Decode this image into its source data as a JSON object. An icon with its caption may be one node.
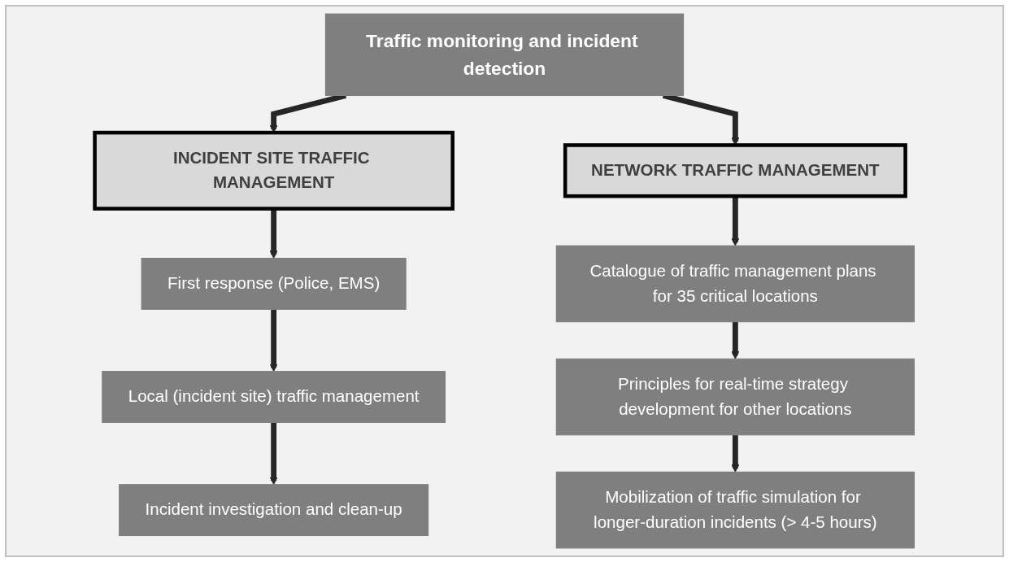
{
  "diagram": {
    "nodes": [
      {
        "text": [
          "Traffic monitoring and incident detection"
        ]
      },
      {
        "text": [
          "INCIDENT SITE TRAFFIC MANAGEMENT"
        ]
      },
      {
        "text": [
          "NETWORK TRAFFIC MANAGEMENT"
        ]
      },
      {
        "text": [
          "First response (Police, EMS)"
        ]
      },
      {
        "text": [
          "Local (incident site) traffic management"
        ]
      },
      {
        "text": [
          "Incident investigation and clean-up"
        ]
      },
      {
        "text": [
          "Catalogue of traffic management plans for 35 critical locations"
        ]
      },
      {
        "text": [
          "Principles for real-time strategy development for other locations"
        ]
      },
      {
        "text": [
          "Mobilization of traffic simulation for longer-duration incidents (> 4-5 hours)"
        ]
      }
    ],
    "edges": [
      {
        "from": 0,
        "to": 1,
        "arrow": "to"
      },
      {
        "from": 0,
        "to": 2,
        "arrow": "to"
      },
      {
        "from": 1,
        "to": 3,
        "arrow": "to"
      },
      {
        "from": 3,
        "to": 4,
        "arrow": "to"
      },
      {
        "from": 4,
        "to": 5,
        "arrow": "to"
      },
      {
        "from": 2,
        "to": 6,
        "arrow": "to"
      },
      {
        "from": 6,
        "to": 7,
        "arrow": "to"
      },
      {
        "from": 7,
        "to": 8,
        "arrow": "to"
      }
    ]
  }
}
